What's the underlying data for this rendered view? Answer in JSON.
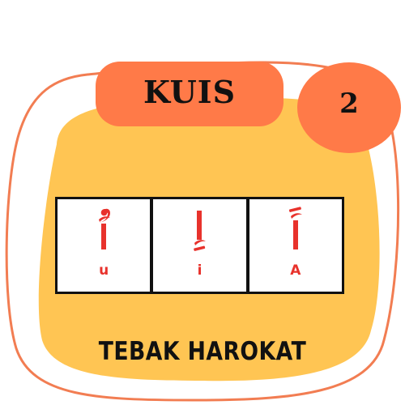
{
  "quiz": {
    "title": "KUIS",
    "number": "2",
    "subtitle": "TEBAK HAROKAT"
  },
  "cards": [
    {
      "arabic": "أُ",
      "harakat": "dammah",
      "latin": "u"
    },
    {
      "arabic": "إِ",
      "harakat": "kasrah",
      "latin": "i"
    },
    {
      "arabic": "أَ",
      "harakat": "fathah",
      "latin": "A"
    }
  ],
  "colors": {
    "background": "#ffffff",
    "panel_fill": "#ffc553",
    "panel_outline": "#f27d52",
    "accent": "#ff7a48",
    "letter": "#e8322c",
    "ink": "#111111"
  }
}
